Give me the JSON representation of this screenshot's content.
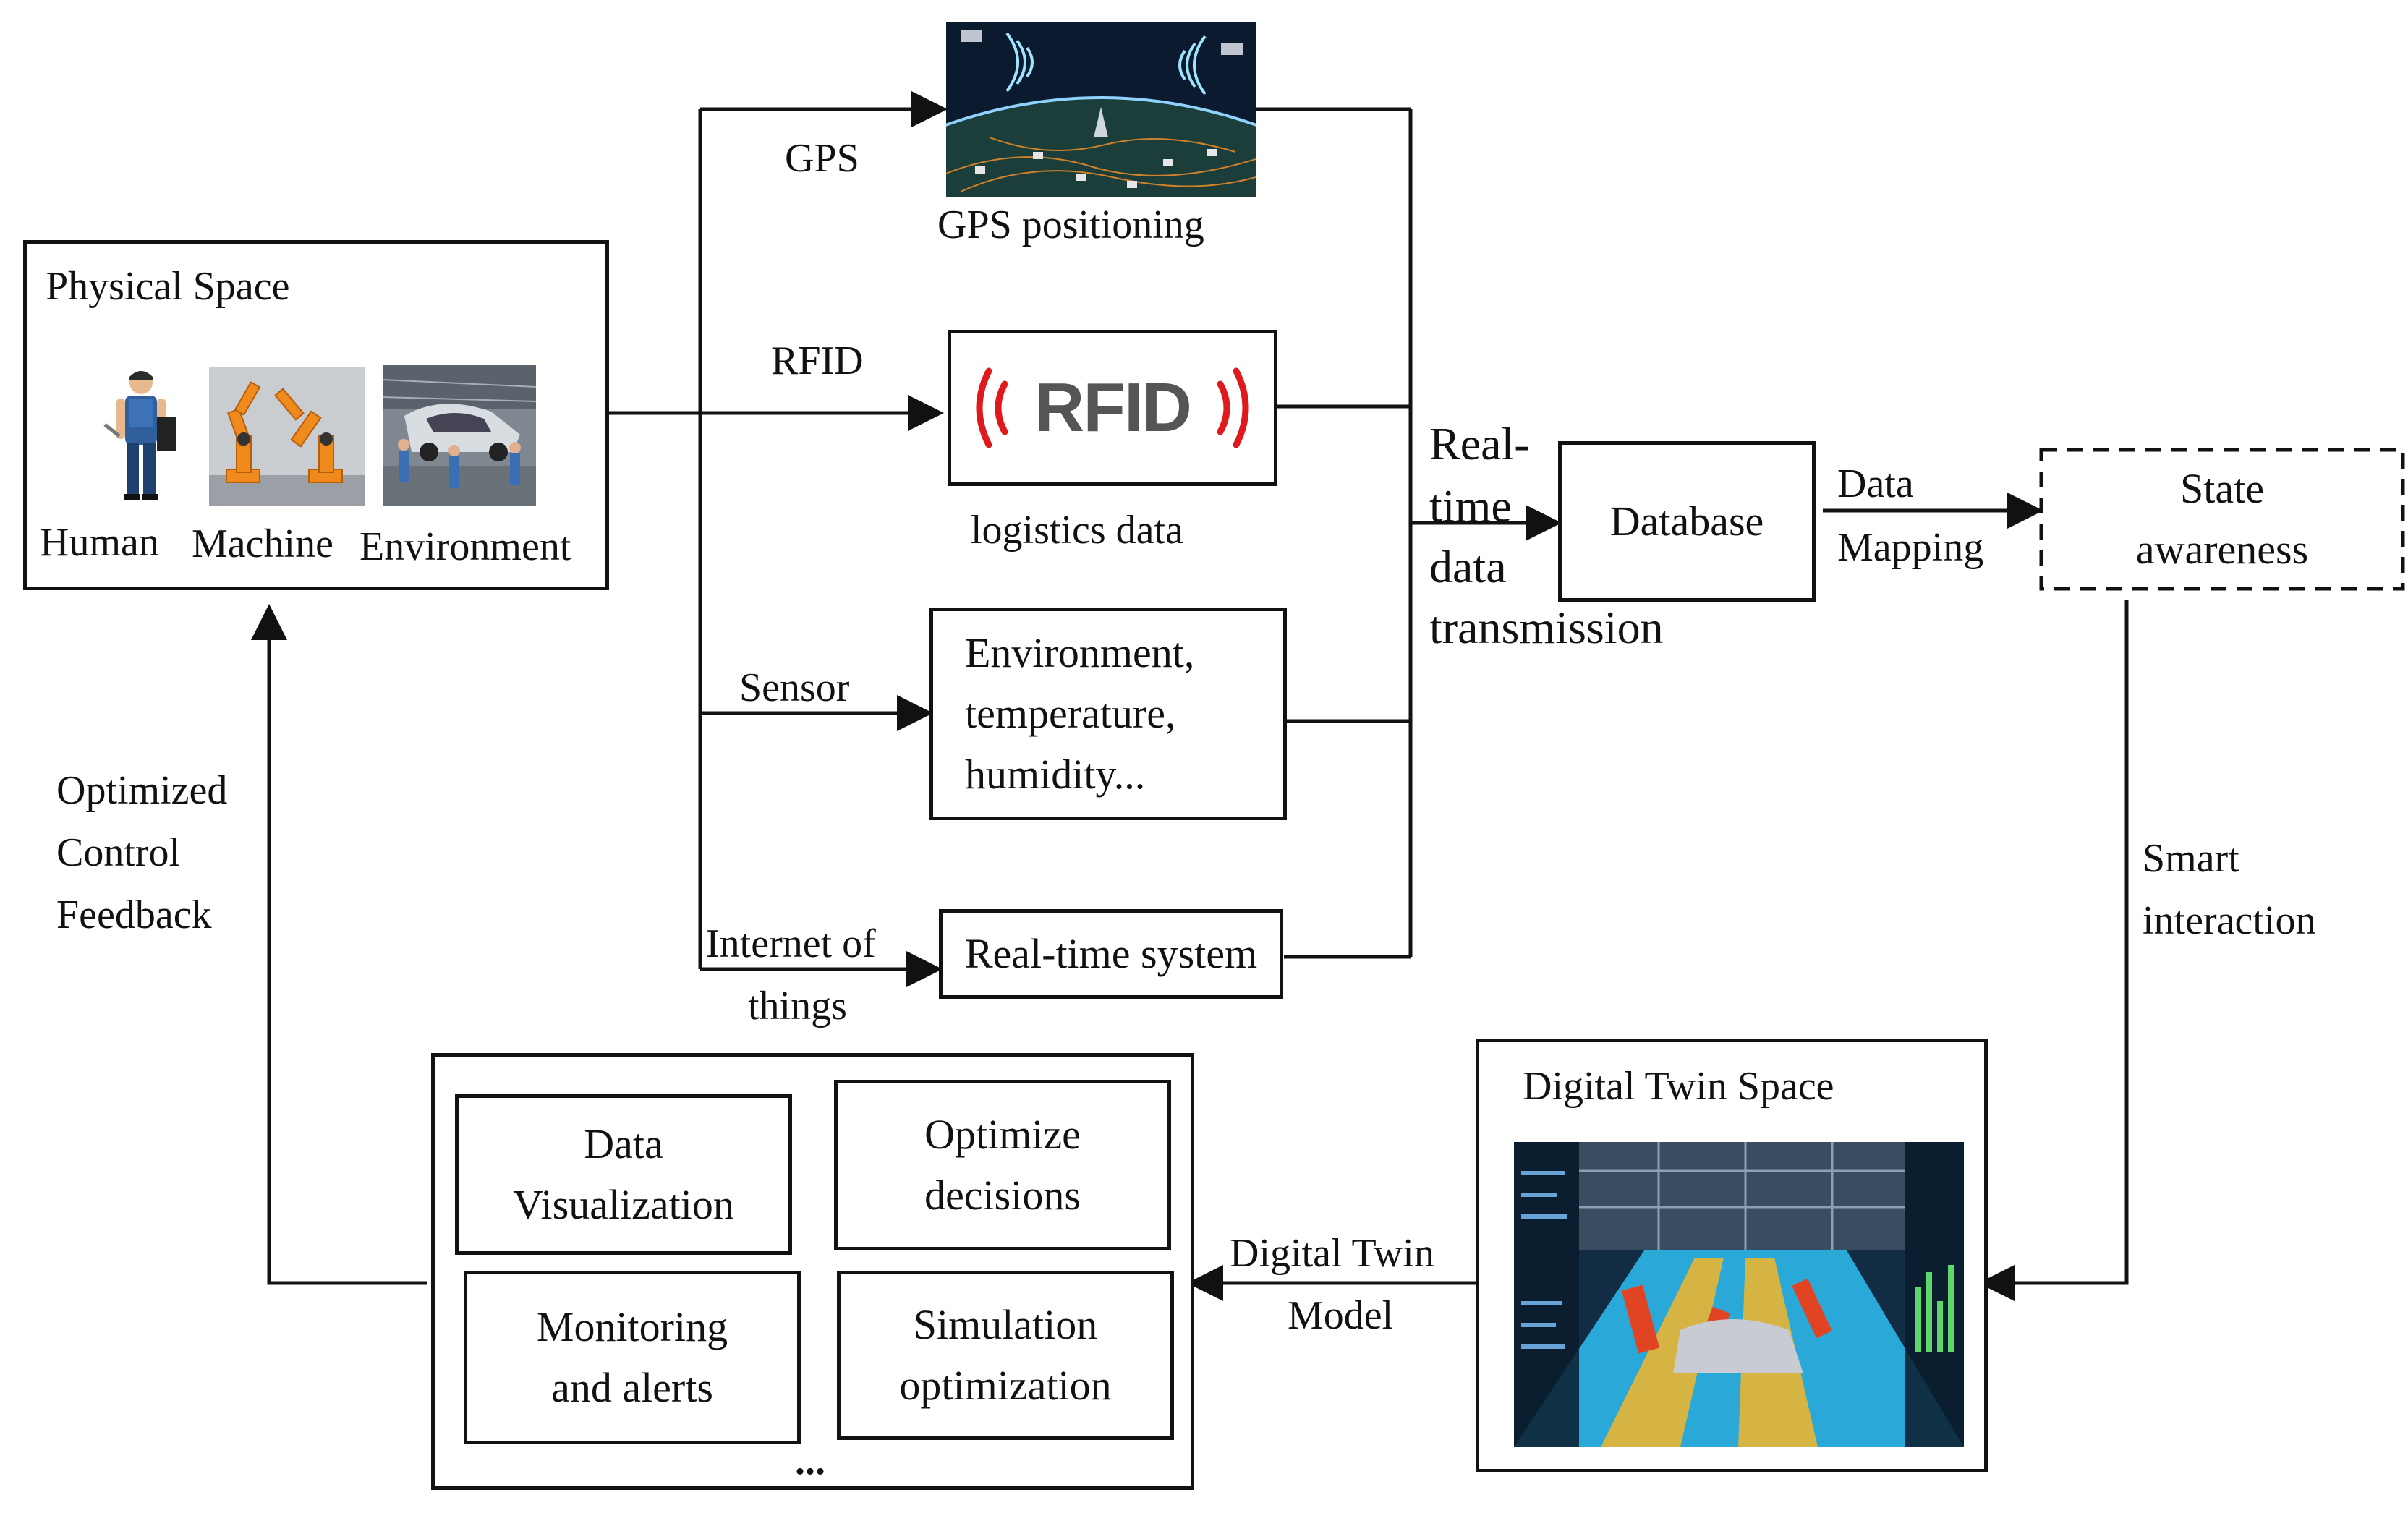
{
  "physical_space": {
    "title": "Physical Space",
    "labels": [
      "Human",
      "Machine",
      "Environment"
    ]
  },
  "inputs": {
    "gps_edge": "GPS",
    "gps_caption": "GPS positioning",
    "rfid_edge": "RFID",
    "rfid_logo": "RFID",
    "rfid_caption": "logistics data",
    "sensor_edge": "Sensor",
    "sensor_box": [
      "Environment,",
      "temperature,",
      "humidity..."
    ],
    "iot_edge": [
      "Internet of",
      "things"
    ],
    "realtime_box": "Real-time system"
  },
  "transmission_label": [
    "Real-",
    "time",
    "data",
    "transmission"
  ],
  "database": "Database",
  "data_mapping": [
    "Data",
    "Mapping"
  ],
  "state_awareness": [
    "State",
    "awareness"
  ],
  "smart_interaction": [
    "Smart",
    "interaction"
  ],
  "digital_twin_space": {
    "title": "Digital Twin Space"
  },
  "digital_twin_model": [
    "Digital Twin",
    "Model"
  ],
  "applications": {
    "items": [
      [
        "Data",
        "Visualization"
      ],
      [
        "Optimize",
        "decisions"
      ],
      [
        "Monitoring",
        "and alerts"
      ],
      [
        "Simulation",
        "optimization"
      ]
    ],
    "ellipsis": "..."
  },
  "feedback": [
    "Optimized",
    "Control",
    "Feedback"
  ],
  "colors": {
    "line": "#111111",
    "rfid_red": "#e0191e",
    "rfid_gray": "#555555",
    "robot_orange": "#f08a1c",
    "twin_blue": "#2aa9d8"
  }
}
